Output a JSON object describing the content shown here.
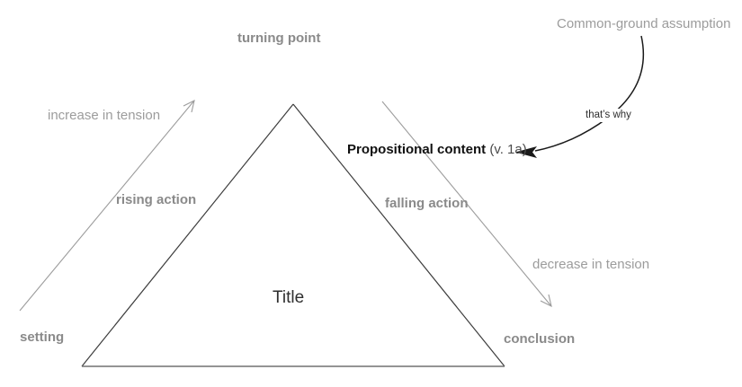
{
  "diagram": {
    "kind": "plot-structure-pyramid",
    "labels": {
      "turning_point": "turning point",
      "common_ground": "Common-ground assumption",
      "increase_tension": "increase in tension",
      "rising_action": "rising action",
      "propositional_bold": "Propositional content",
      "propositional_suffix": " (v. 1a)",
      "thats_why": "that’s why",
      "falling_action": "falling action",
      "decrease_tension": "decrease in tension",
      "title": "Title",
      "setting": "setting",
      "conclusion": "conclusion"
    },
    "colors": {
      "gray_label": "#9c9c9c",
      "gray_label_bold": "#8a8a8a",
      "dark_text": "#2e2e2e",
      "triangle_side_stroke": "#3d3d3d",
      "triangle_base_stroke": "#707070",
      "gray_arrow": "#9c9c9c",
      "curve_arrow": "#1a1a1a"
    }
  }
}
